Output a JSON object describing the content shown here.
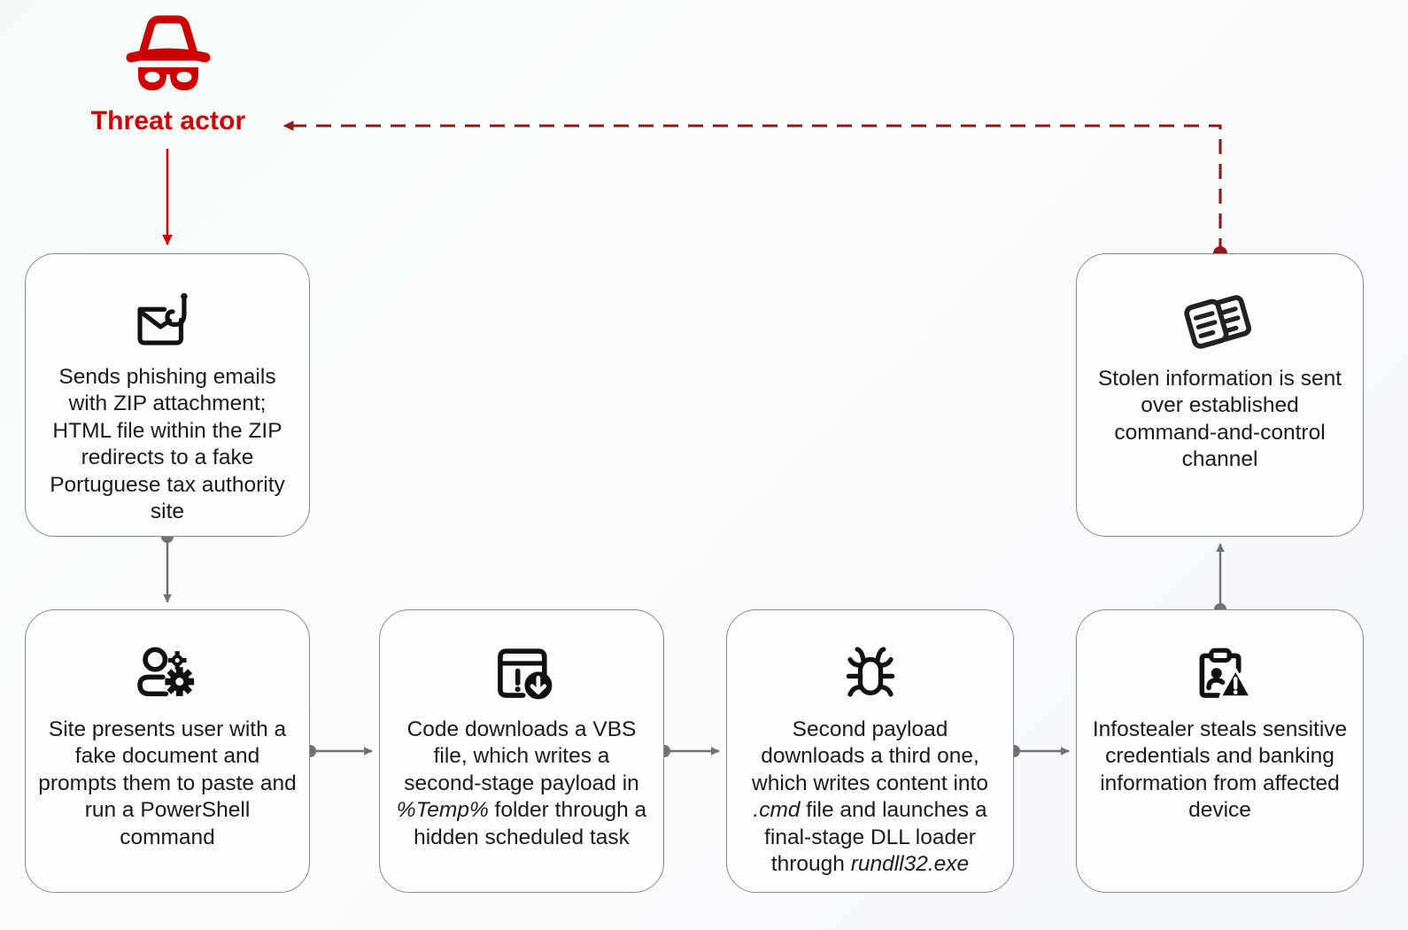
{
  "diagram": {
    "title": "Threat actor attack chain",
    "colors": {
      "accent_red": "#cc0000",
      "dashed_red": "#8b1a1a",
      "connector_gray": "#6f7072",
      "node_border": "#8a8a8a",
      "node_fill": "#fdfdfd",
      "text": "#1b1b1b"
    }
  },
  "threat_actor": {
    "label": "Threat actor",
    "icon": "incognito-hat-glasses-icon"
  },
  "nodes": [
    {
      "id": "phishing",
      "icon": "email-phishing-hook-icon",
      "text": "Sends phishing emails with ZIP attachment; HTML file within the ZIP redirects to a fake Portuguese tax authority site"
    },
    {
      "id": "fakesite",
      "icon": "user-settings-gears-icon",
      "text": "Site presents user with a fake document and prompts them to paste and run a PowerShell command"
    },
    {
      "id": "vbs",
      "icon": "window-alert-download-icon",
      "text_parts": [
        {
          "t": "Code downloads a VBS file, which writes a second-stage payload in ",
          "italic": false
        },
        {
          "t": "%Temp%",
          "italic": true
        },
        {
          "t": " folder through a hidden scheduled task",
          "italic": false
        }
      ],
      "text": "Code downloads a VBS file, which writes a second-stage payload in %Temp% folder through a hidden scheduled task"
    },
    {
      "id": "payload",
      "icon": "bug-icon",
      "text_parts": [
        {
          "t": "Second payload downloads a third one, which writes content into ",
          "italic": false
        },
        {
          "t": ".cmd",
          "italic": true
        },
        {
          "t": " file and launches a final-stage DLL loader through ",
          "italic": false
        },
        {
          "t": "rundll32.exe",
          "italic": true
        }
      ],
      "text": "Second payload downloads a third one, which writes content into .cmd file and launches a final-stage DLL loader through rundll32.exe"
    },
    {
      "id": "infostealer",
      "icon": "clipboard-person-warning-icon",
      "text": "Infostealer steals sensitive credentials and banking information from affected device"
    },
    {
      "id": "c2",
      "icon": "documents-exfiltration-icon",
      "text": "Stolen information is sent over established command-and-control channel"
    }
  ],
  "edges": [
    {
      "id": "actor-to-phishing",
      "from": "threat-actor",
      "to": "phishing",
      "style": "solid",
      "color": "#cc0000"
    },
    {
      "id": "phishing-to-fakesite",
      "from": "phishing",
      "to": "fakesite",
      "style": "solid",
      "color": "#6f7072"
    },
    {
      "id": "fakesite-to-vbs",
      "from": "fakesite",
      "to": "vbs",
      "style": "solid",
      "color": "#6f7072"
    },
    {
      "id": "vbs-to-payload",
      "from": "vbs",
      "to": "payload",
      "style": "solid",
      "color": "#6f7072"
    },
    {
      "id": "payload-to-infostealer",
      "from": "payload",
      "to": "infostealer",
      "style": "solid",
      "color": "#6f7072"
    },
    {
      "id": "infostealer-to-c2",
      "from": "infostealer",
      "to": "c2",
      "style": "solid",
      "color": "#6f7072"
    },
    {
      "id": "c2-to-threat-actor",
      "from": "c2",
      "to": "threat-actor",
      "style": "dashed",
      "color": "#8b1a1a"
    }
  ]
}
